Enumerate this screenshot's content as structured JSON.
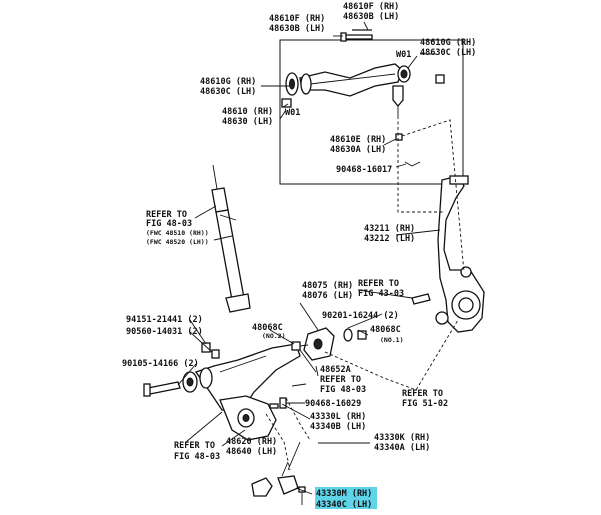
{
  "labels": {
    "l_48610F": "48610F (RH)",
    "l_48630B_top": "48630B (LH)",
    "l_48610F_2": "48610F (RH)",
    "l_48630B_2": "48630B (LH)",
    "l_48610G_left": "48610G (RH)",
    "l_48630C_left": "48630C (LH)",
    "l_48610G_right": "48610G (RH)",
    "l_48630C_right": "48630C (LH)",
    "l_w01_top": "W01",
    "l_w01_left": "W01",
    "l_48610": "48610 (RH)",
    "l_48630": "48630 (LH)",
    "l_48610E": "48610E (RH)",
    "l_48630A": "48630A (LH)",
    "l_90468_16017": "90468-16017",
    "l_refer_to_1": "REFER TO",
    "l_fig_48_03_1": "FIG 48-03",
    "l_fwc_48510": "(FWC 48510 (RH))",
    "l_fwc_48520": "(FWC 48520 (LH))",
    "l_43211": "43211 (RH)",
    "l_43212": "43212 (LH)",
    "l_48075": "48075 (RH)",
    "l_48076": "48076 (LH)",
    "l_refer_to_2": "REFER TO",
    "l_fig_43_03": "FIG 43-03",
    "l_94151": "94151-21441 (2)",
    "l_90560": "90560-14031 (2)",
    "l_90201": "90201-16244 (2)",
    "l_48068c_left": "48068C",
    "l_no2": "(NO.2)",
    "l_48068c_right": "48068C",
    "l_no1": "(NO.1)",
    "l_90105": "90105-14166 (2)",
    "l_48652a": "48652A",
    "l_refer_to_3": "REFER TO",
    "l_fig_48_03_3": "FIG 48-03",
    "l_refer_to_4": "REFER TO",
    "l_fig_51_02": "FIG 51-02",
    "l_90468_16029": "90468-16029",
    "l_43330l": "43330L (RH)",
    "l_43340b": "43340B (LH)",
    "l_refer_to_5": "REFER TO",
    "l_fig_48_03_5": "FIG 48-03",
    "l_48620": "48620 (RH)",
    "l_48640": "48640 (LH)",
    "l_43330k": "43330K (RH)",
    "l_43340a": "43340A (LH)",
    "l_43330m": "43330M (RH)",
    "l_43340c": "43340C (LH)"
  },
  "colors": {
    "highlight": "#5fd3e8",
    "line": "#111111",
    "background": "#ffffff"
  }
}
